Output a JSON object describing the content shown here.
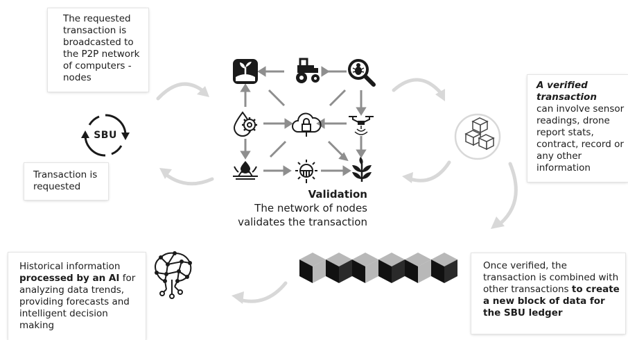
{
  "broadcast_box": {
    "text": "The requested transaction is broadcasted to the P2P network of computers - nodes"
  },
  "requested_box": {
    "text": "Transaction is requested"
  },
  "sbu_badge": {
    "label": "SBU"
  },
  "validation": {
    "title": "Validation",
    "description": "The network of nodes validates the transaction"
  },
  "verified_box": {
    "title": "A verified transaction",
    "body": "can involve sensor readings, drone report stats, contract, record or any other information"
  },
  "once_box": {
    "intro": "Once verified, the transaction is combined with other transactions",
    "bold": "to create a new block of data for the SBU ledger"
  },
  "history_box": {
    "intro": "Historical information",
    "bold": "processed by an AI",
    "rest": "for analyzing data trends, providing forecasts and intelligent decision making"
  },
  "icons": {
    "grid": [
      "field-sprout-icon",
      "tractor-icon",
      "pest-search-icon",
      "water-drop-gear-icon",
      "cloud-lock-icon",
      "drone-icon",
      "irrigation-icon",
      "sun-crop-icon",
      "plant-icon"
    ],
    "ledger_blocks": 6,
    "verified": "cubes-icon",
    "history": "brain-network-icon"
  },
  "colors": {
    "arrow": "#d8d8d8",
    "icon": "#1a1a1a",
    "block_light": "#b8b8b8",
    "block_dark": "#111111"
  }
}
